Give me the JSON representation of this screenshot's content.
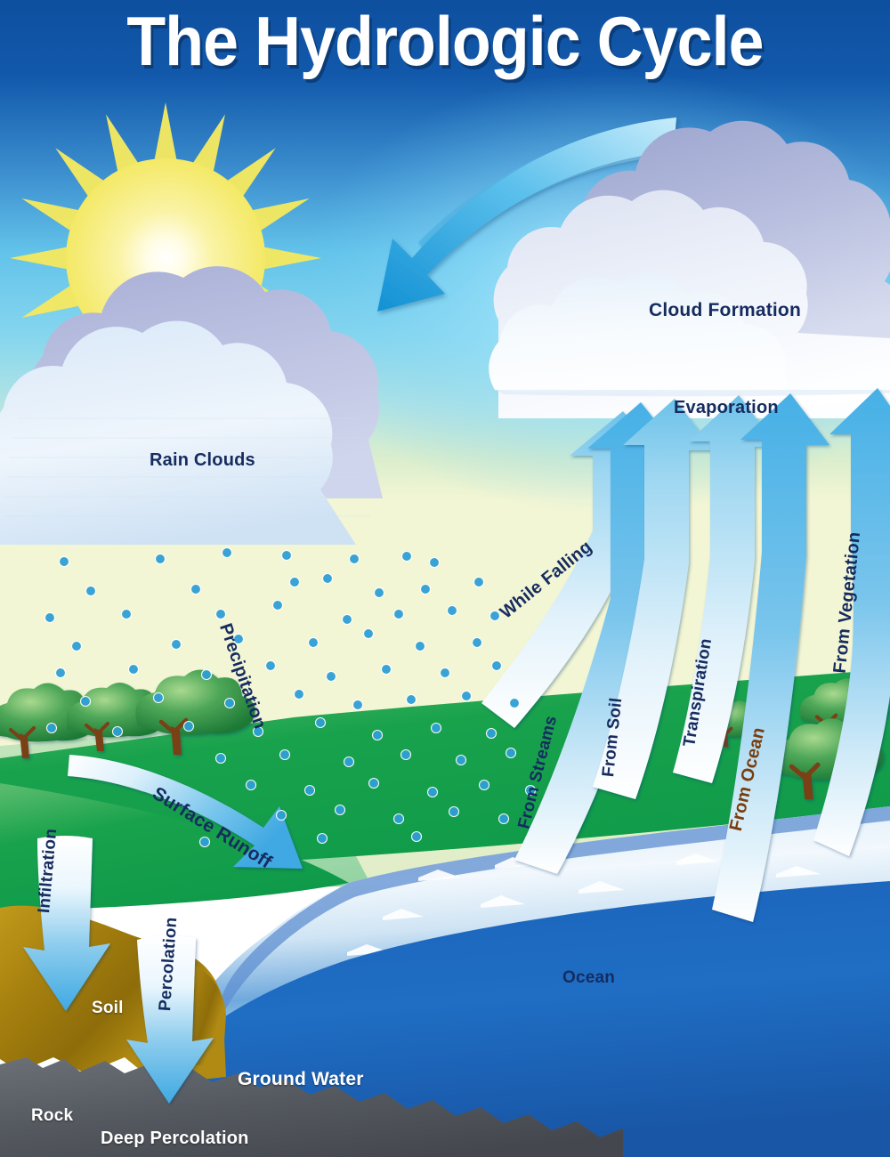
{
  "poster": {
    "title": "The Hydrologic Cycle",
    "type": "hydrologic-cycle-diagram"
  },
  "palette": {
    "sky_top": "#1056a9",
    "sky_mid": "#62c6ec",
    "sky_horizon": "#f2f5d2",
    "grass": "#18a24a",
    "grass_light": "#8fd79b",
    "ocean_light": "#e9f4fb",
    "ocean_deep": "#1c63b8",
    "soil": "#a8820f",
    "rock": "#585d63",
    "arrow_blue": "#4fb3e5",
    "arrow_blue_dark": "#1b8dd0",
    "rain_dot": "#2e9fd4",
    "sun_yellow": "#f6ec72",
    "label_navy": "#162c5f",
    "label_brown": "#7a3d0d",
    "label_white": "#ffffff",
    "cloud_white": "#fbfdff",
    "cloud_lavender": "#b8bede",
    "tree_green": "#2e8c3f",
    "trunk_brown": "#7a4018"
  },
  "labels": {
    "cloud_formation": "Cloud Formation",
    "evaporation": "Evaporation",
    "rain_clouds": "Rain Clouds",
    "precipitation": "Precipitation",
    "surface_runoff": "Surface Runoff",
    "while_falling": "While Falling",
    "from_streams": "From Streams",
    "from_soil": "From Soil",
    "transpiration": "Transpiration",
    "from_ocean": "From Ocean",
    "from_vegetation": "From Vegetation",
    "infiltration": "Infiltration",
    "percolation": "Percolation",
    "soil": "Soil",
    "rock": "Rock",
    "deep_percolation": "Deep Percolation",
    "ground_water": "Ground Water",
    "ocean": "Ocean"
  },
  "diagram_elements": [
    {
      "name": "sun",
      "kind": "icon",
      "rays": 16,
      "color": "#f6ec72"
    },
    {
      "name": "rain-clouds",
      "kind": "cloud-cluster"
    },
    {
      "name": "cloud-formation-clouds",
      "kind": "cloud-cluster"
    },
    {
      "name": "condensation-arrow",
      "kind": "curved-arrow",
      "direction": "down-left"
    },
    {
      "name": "precipitation-field",
      "kind": "dot-field",
      "color": "#2e9fd4"
    },
    {
      "name": "surface-runoff-arrow",
      "kind": "curved-arrow",
      "direction": "down-right"
    },
    {
      "name": "while-falling-arrow",
      "kind": "curved-arrow",
      "direction": "up"
    },
    {
      "name": "from-streams-arrow",
      "kind": "curved-arrow",
      "direction": "up"
    },
    {
      "name": "from-soil-arrow",
      "kind": "curved-arrow",
      "direction": "up"
    },
    {
      "name": "transpiration-arrow",
      "kind": "curved-arrow",
      "direction": "up"
    },
    {
      "name": "from-ocean-arrow",
      "kind": "curved-arrow",
      "direction": "up"
    },
    {
      "name": "from-vegetation-arrow",
      "kind": "curved-arrow",
      "direction": "up"
    },
    {
      "name": "infiltration-arrow",
      "kind": "straight-arrow",
      "direction": "down"
    },
    {
      "name": "percolation-arrow",
      "kind": "straight-arrow",
      "direction": "down"
    },
    {
      "name": "soil-layer",
      "kind": "ground-layer",
      "color": "#a8820f"
    },
    {
      "name": "rock-layer",
      "kind": "ground-layer",
      "color": "#585d63"
    },
    {
      "name": "ground-water-layer",
      "kind": "water-layer",
      "color": "#1c63b8"
    },
    {
      "name": "ocean",
      "kind": "water-body"
    },
    {
      "name": "trees",
      "kind": "vegetation",
      "count": 6
    }
  ]
}
